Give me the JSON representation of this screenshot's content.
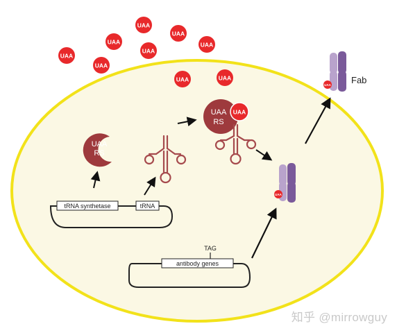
{
  "outside_uaa_label": "UAA",
  "inside_uaa_label": "UAA",
  "synthetase": {
    "line1": "UAA",
    "line2": "RS"
  },
  "charged_synthetase": {
    "line1": "UAA",
    "line2": "RS",
    "bound_uaa": "UAA"
  },
  "plasmid1": {
    "gene1": "tRNA synthetase",
    "gene2": "tRNA"
  },
  "plasmid2": {
    "gene": "antibody genes",
    "codon": "TAG"
  },
  "intracellular_antibody_label": "UAA",
  "secreted_antibody_label": "UAA",
  "fab_label": "Fab",
  "watermark": "知乎 @mirrowguy",
  "colors": {
    "cell_fill": "#fbf8e4",
    "cell_border": "#f2e21a",
    "uaa_red": "#e8292b",
    "synthetase_red": "#9e3a3d",
    "trna_stroke": "#a64a4d",
    "antibody_purple": "#7a5a9a",
    "antibody_light": "#b9a3cc"
  },
  "icons": [
    "uaa-molecule-icon",
    "synthetase-enzyme-icon",
    "trna-icon",
    "antibody-icon",
    "arrow-icon"
  ]
}
